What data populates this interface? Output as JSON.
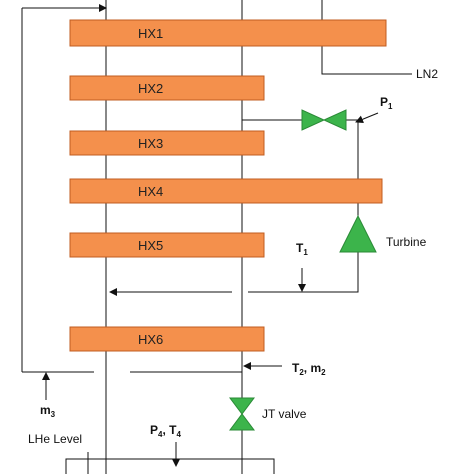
{
  "colors": {
    "heat_exchanger": "#f4904c",
    "valve": "#3cb44b",
    "line": "#111111"
  },
  "heat_exchangers": [
    {
      "label": "HX1"
    },
    {
      "label": "HX2"
    },
    {
      "label": "HX3"
    },
    {
      "label": "HX4"
    },
    {
      "label": "HX5"
    },
    {
      "label": "HX6"
    }
  ],
  "labels": {
    "ln2": "LN2",
    "p1": "P",
    "p1_sub": "1",
    "turbine": "Turbine",
    "t1": "T",
    "t1_sub": "1",
    "t2": "T",
    "t2_sub": "2",
    "m2": "m",
    "m2_sub": "2",
    "m3": "m",
    "m3_sub": "3",
    "jt_valve": "JT valve",
    "p4": "P",
    "p4_sub": "4",
    "t4": "T",
    "t4_sub": "4",
    "lhe_level": "LHe Level"
  },
  "icons": {
    "expansion_valve_p1": "bowtie-valve",
    "turbine": "triangle-turbine",
    "jt_valve": "bowtie-valve"
  }
}
